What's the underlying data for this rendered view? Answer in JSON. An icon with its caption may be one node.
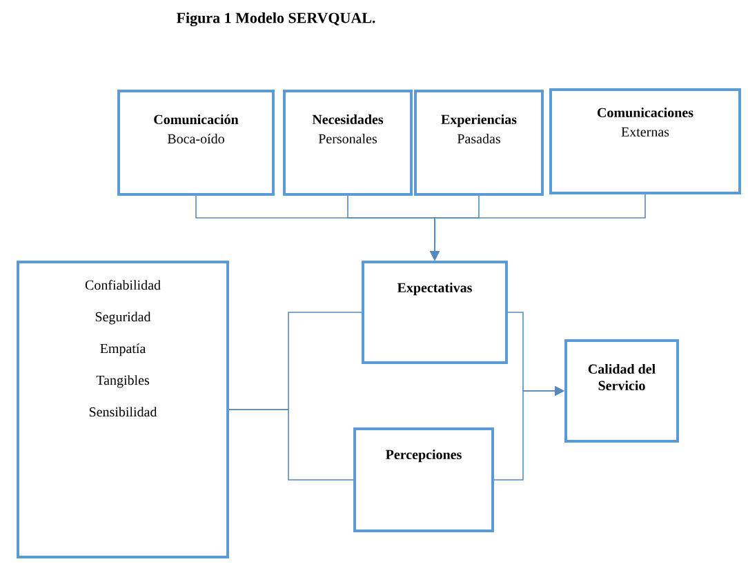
{
  "diagram": {
    "title": "Figura 1 Modelo SERVQUAL.",
    "nodes": [
      {
        "text": [
          "Comunicación",
          "Boca-oído"
        ]
      },
      {
        "text": [
          "Necesidades",
          "Personales"
        ]
      },
      {
        "text": [
          "Experiencias",
          "Pasadas"
        ]
      },
      {
        "text": [
          "Comunicaciones",
          "Externas"
        ]
      },
      {
        "text": [
          "Expectativas"
        ]
      },
      {
        "text": [
          "Percepciones"
        ]
      },
      {
        "text": [
          "Confiabilidad",
          "Seguridad",
          "Empatía",
          "Tangibles",
          "Sensibilidad"
        ]
      },
      {
        "text": [
          "Calidad del Servicio"
        ]
      }
    ],
    "edges": [
      {
        "from": 0,
        "to": 4,
        "arrow": "to"
      },
      {
        "from": 1,
        "to": 4,
        "arrow": "to"
      },
      {
        "from": 2,
        "to": 4,
        "arrow": "to"
      },
      {
        "from": 3,
        "to": 4,
        "arrow": "to"
      },
      {
        "from": 6,
        "to": 4,
        "arrow": "none"
      },
      {
        "from": 6,
        "to": 5,
        "arrow": "none"
      },
      {
        "from": 4,
        "to": 7,
        "arrow": "to"
      },
      {
        "from": 5,
        "to": 7,
        "arrow": "to"
      }
    ]
  }
}
